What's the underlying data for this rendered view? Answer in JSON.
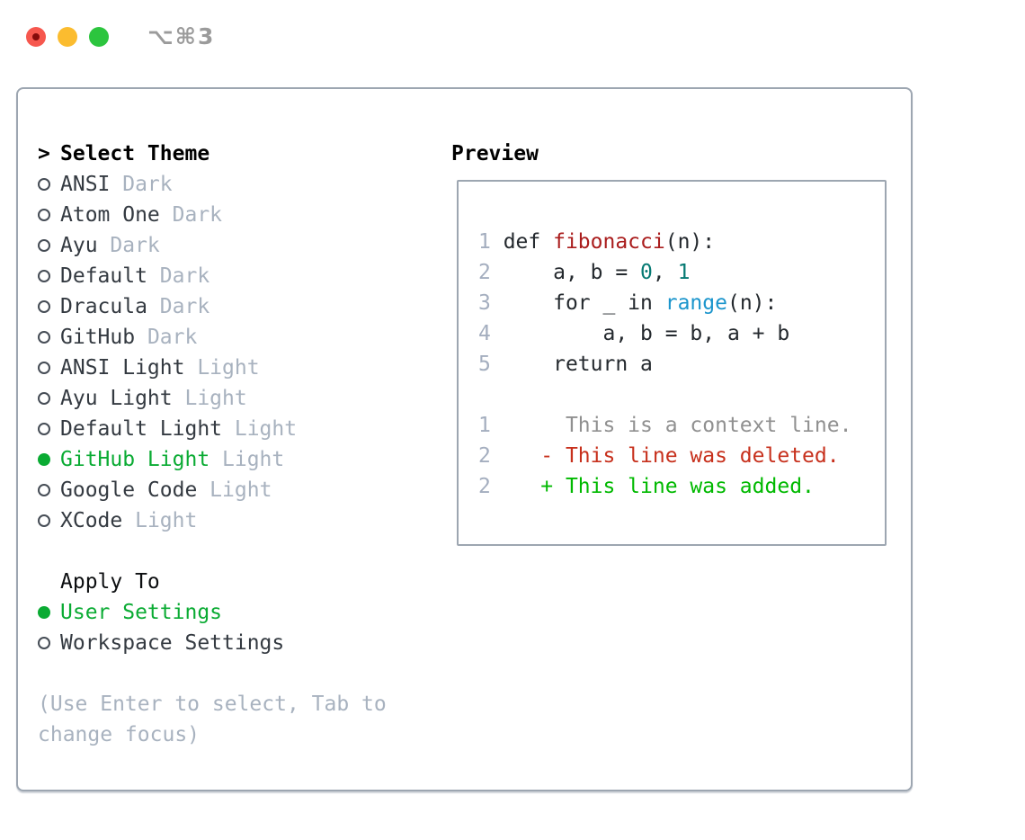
{
  "window": {
    "title": "⌥⌘3",
    "traffic_lights": [
      {
        "name": "close",
        "color": "#f6574e",
        "dot_color": "#850b0b"
      },
      {
        "name": "minimize",
        "color": "#fbbc2f"
      },
      {
        "name": "zoom",
        "color": "#2cc53e"
      }
    ]
  },
  "picker": {
    "header_prefix": ">",
    "header": "Select Theme",
    "items": [
      {
        "label": "ANSI",
        "tag": "Dark",
        "selected": false
      },
      {
        "label": "Atom One",
        "tag": "Dark",
        "selected": false
      },
      {
        "label": "Ayu",
        "tag": "Dark",
        "selected": false
      },
      {
        "label": "Default",
        "tag": "Dark",
        "selected": false
      },
      {
        "label": "Dracula",
        "tag": "Dark",
        "selected": false
      },
      {
        "label": "GitHub",
        "tag": "Dark",
        "selected": false
      },
      {
        "label": "ANSI Light",
        "tag": "Light",
        "selected": false
      },
      {
        "label": "Ayu Light",
        "tag": "Light",
        "selected": false
      },
      {
        "label": "Default Light",
        "tag": "Light",
        "selected": false
      },
      {
        "label": "GitHub Light",
        "tag": "Light",
        "selected": true
      },
      {
        "label": "Google Code",
        "tag": "Light",
        "selected": false
      },
      {
        "label": "XCode",
        "tag": "Light",
        "selected": false
      }
    ],
    "apply_to": {
      "header": "Apply To",
      "options": [
        {
          "label": "User Settings",
          "selected": true
        },
        {
          "label": "Workspace Settings",
          "selected": false
        }
      ]
    },
    "hint": "(Use Enter to select, Tab to change focus)"
  },
  "preview": {
    "header": "Preview",
    "code_lines": [
      {
        "num": "1",
        "tokens": [
          [
            "def ",
            "plain"
          ],
          [
            "fibonacci",
            "func"
          ],
          [
            "(n):",
            "plain"
          ]
        ]
      },
      {
        "num": "2",
        "tokens": [
          [
            "    a, b = ",
            "plain"
          ],
          [
            "0",
            "number"
          ],
          [
            ", ",
            "plain"
          ],
          [
            "1",
            "number"
          ]
        ]
      },
      {
        "num": "3",
        "tokens": [
          [
            "    for _ in ",
            "plain"
          ],
          [
            "range",
            "builtin"
          ],
          [
            "(n):",
            "plain"
          ]
        ]
      },
      {
        "num": "4",
        "tokens": [
          [
            "        a, b = b, a + b",
            "plain"
          ]
        ]
      },
      {
        "num": "5",
        "tokens": [
          [
            "    return a",
            "plain"
          ]
        ]
      }
    ],
    "diff_lines": [
      {
        "num": "1",
        "tokens": [
          [
            "     This is a context line.",
            "context"
          ]
        ]
      },
      {
        "num": "2",
        "tokens": [
          [
            "   - This line was deleted.",
            "deleted"
          ]
        ]
      },
      {
        "num": "2",
        "tokens": [
          [
            "   + This line was added.",
            "added"
          ]
        ]
      }
    ]
  },
  "colors": {
    "selection_green": "#0aab33",
    "traffic_red": "#f6574e",
    "traffic_red_dot": "#850b0b",
    "traffic_yellow": "#fbbc2f",
    "traffic_green": "#2cc53e",
    "panel_border": "#9da6b1",
    "line_number": "#a4aebf",
    "code_plain": "#24292e",
    "code_function": "#aa1d1d",
    "code_number": "#067a73",
    "code_builtin": "#1b95cc",
    "diff_context": "#909090",
    "diff_deleted": "#c7301c",
    "diff_added": "#00b900",
    "muted_text": "#a8b2bf"
  }
}
